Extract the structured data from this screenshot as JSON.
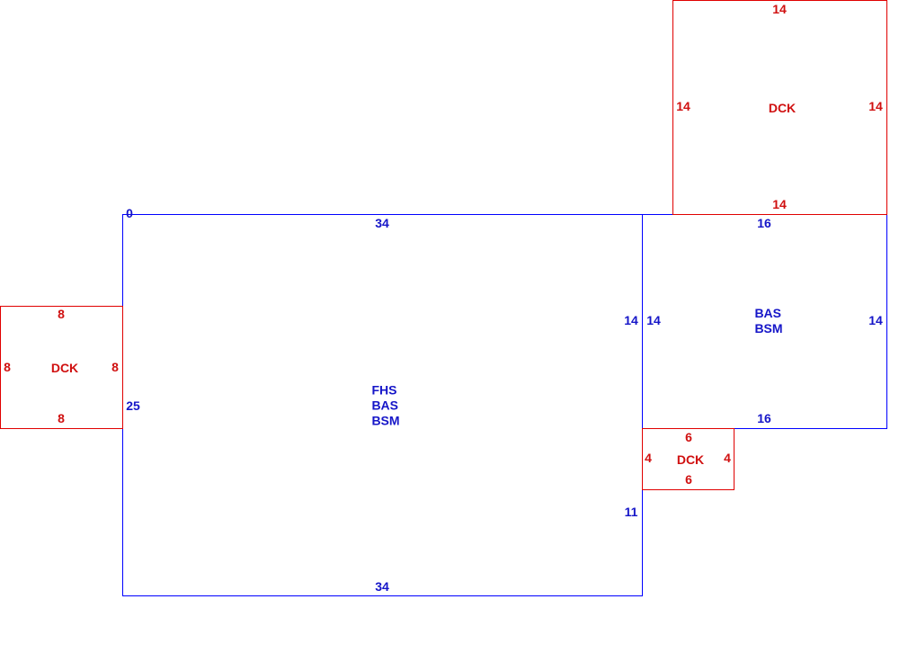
{
  "colors": {
    "house": "#0000ff",
    "deck": "#e00000",
    "house_text": "#1515c8",
    "deck_text": "#d01010"
  },
  "main": {
    "start_marker": "0",
    "top": "34",
    "bottom": "34",
    "left": "25",
    "right_upper": "14",
    "right_lower": "11",
    "codes": [
      "FHS",
      "BAS",
      "BSM"
    ]
  },
  "east_wing": {
    "top": "16",
    "bottom": "16",
    "left": "14",
    "right": "14",
    "codes": [
      "BAS",
      "BSM"
    ]
  },
  "deck_west": {
    "code": "DCK",
    "top": "8",
    "bottom": "8",
    "left": "8",
    "right": "8"
  },
  "deck_north": {
    "code": "DCK",
    "top": "14",
    "bottom": "14",
    "left": "14",
    "right": "14"
  },
  "deck_south": {
    "code": "DCK",
    "top": "6",
    "bottom": "6",
    "left": "4",
    "right": "4"
  }
}
